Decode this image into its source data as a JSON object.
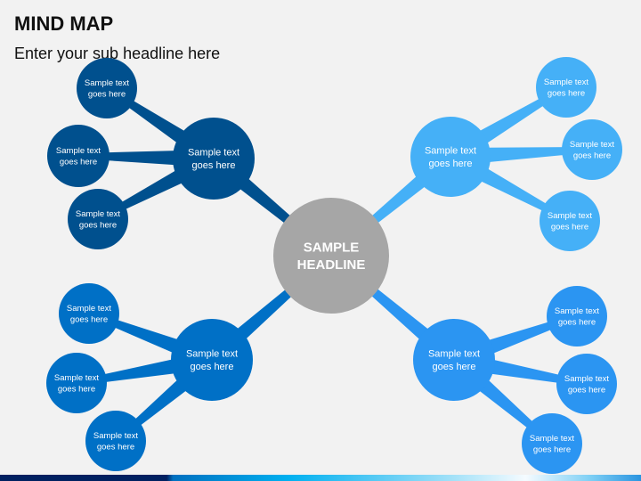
{
  "title": "MIND MAP",
  "subtitle": "Enter your sub headline here",
  "center": {
    "label_line1": "SAMPLE",
    "label_line2": "HEADLINE",
    "color": "#a6a6a6"
  },
  "branches": [
    {
      "id": "top-left",
      "color": "#00508e",
      "main": [
        "Sample text",
        "goes here"
      ],
      "leaves": [
        [
          "Sample text",
          "goes here"
        ],
        [
          "Sample text",
          "goes here"
        ],
        [
          "Sample text",
          "goes here"
        ]
      ]
    },
    {
      "id": "top-right",
      "color": "#45b0f7",
      "main": [
        "Sample text",
        "goes here"
      ],
      "leaves": [
        [
          "Sample text",
          "goes here"
        ],
        [
          "Sample text",
          "goes here"
        ],
        [
          "Sample text",
          "goes here"
        ]
      ]
    },
    {
      "id": "bottom-left",
      "color": "#0070c6",
      "main": [
        "Sample text",
        "goes here"
      ],
      "leaves": [
        [
          "Sample text",
          "goes here"
        ],
        [
          "Sample text",
          "goes here"
        ],
        [
          "Sample text",
          "goes here"
        ]
      ]
    },
    {
      "id": "bottom-right",
      "color": "#2b95f2",
      "main": [
        "Sample text",
        "goes here"
      ],
      "leaves": [
        [
          "Sample text",
          "goes here"
        ],
        [
          "Sample text",
          "goes here"
        ],
        [
          "Sample text",
          "goes here"
        ]
      ]
    }
  ]
}
